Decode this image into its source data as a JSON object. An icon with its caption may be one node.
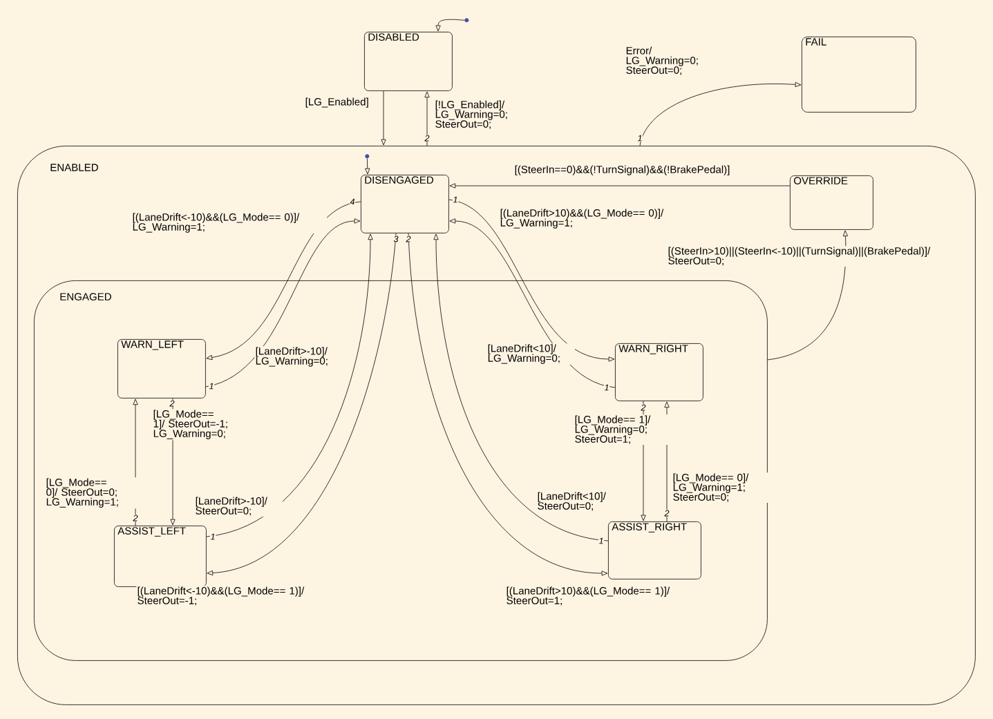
{
  "diagram": {
    "nodes": [
      {
        "text": [
          "DISABLED"
        ]
      },
      {
        "text": [
          "FAIL"
        ]
      },
      {
        "text": [
          "ENABLED"
        ]
      },
      {
        "text": [
          "DISENGAGED"
        ],
        "in": 2
      },
      {
        "text": [
          "OVERRIDE"
        ],
        "in": 2
      },
      {
        "text": [
          "ENGAGED"
        ],
        "in": 2
      },
      {
        "text": [
          "WARN_LEFT"
        ],
        "in": 5
      },
      {
        "text": [
          "WARN_RIGHT"
        ],
        "in": 5
      },
      {
        "text": [
          "ASSIST_LEFT"
        ],
        "in": 5
      },
      {
        "text": [
          "ASSIST_RIGHT"
        ],
        "in": 5
      },
      {
        "text": [],
        "shape": "circle"
      },
      {
        "text": [],
        "shape": "circle",
        "in": 2
      }
    ],
    "edges": [
      {
        "from": 10,
        "to": 0,
        "arrow": "to"
      },
      {
        "from": 0,
        "to": 2,
        "arrow": "to",
        "label": "[LG_Enabled]"
      },
      {
        "from": 2,
        "to": 0,
        "arrow": "to",
        "label": "[!LG_Enabled]/ LG_Warning=0; SteerOut=0;"
      },
      {
        "from": 2,
        "to": 1,
        "arrow": "to",
        "label": "Error/ LG_Warning=0; SteerOut=0;"
      },
      {
        "from": 11,
        "to": 3,
        "arrow": "to"
      },
      {
        "from": 4,
        "to": 3,
        "arrow": "to",
        "label": "[(SteerIn==0)&&(!TurnSignal)&&(!BrakePedal)]"
      },
      {
        "from": 5,
        "to": 4,
        "arrow": "to",
        "label": "[(SteerIn>10)||(SteerIn<-10)||(TurnSignal)||(BrakePedal)]/ SteerOut=0;"
      },
      {
        "from": 3,
        "to": 6,
        "arrow": "to",
        "label": "[(LaneDrift<-10)&&(LG_Mode== 0)]/ LG_Warning=1;"
      },
      {
        "from": 6,
        "to": 3,
        "arrow": "to",
        "label": "[LaneDrift>-10]/ LG_Warning=0;"
      },
      {
        "from": 3,
        "to": 7,
        "arrow": "to",
        "label": "[(LaneDrift>10)&&(LG_Mode== 0)]/ LG_Warning=1;"
      },
      {
        "from": 7,
        "to": 3,
        "arrow": "to",
        "label": "[LaneDrift<10]/ LG_Warning=0;"
      },
      {
        "from": 6,
        "to": 8,
        "arrow": "to",
        "label": "[LG_Mode== 1]/ SteerOut=-1; LG_Warning=0;"
      },
      {
        "from": 8,
        "to": 6,
        "arrow": "to",
        "label": "[LG_Mode== 0]/ SteerOut=0; LG_Warning=1;"
      },
      {
        "from": 8,
        "to": 3,
        "arrow": "to",
        "label": "[LaneDrift>-10]/ SteerOut=0;"
      },
      {
        "from": 3,
        "to": 8,
        "arrow": "to",
        "label": "[(LaneDrift<-10)&&(LG_Mode== 1)]/ SteerOut=-1;"
      },
      {
        "from": 7,
        "to": 9,
        "arrow": "to",
        "label": "[LG_Mode== 1]/ LG_Warning=0; SteerOut=1;"
      },
      {
        "from": 9,
        "to": 7,
        "arrow": "to",
        "label": "[LG_Mode== 0]/ LG_Warning=1; SteerOut=0;"
      },
      {
        "from": 9,
        "to": 3,
        "arrow": "to",
        "label": "[LaneDrift<10]/ SteerOut=0;"
      },
      {
        "from": 3,
        "to": 9,
        "arrow": "to",
        "label": "[(LaneDrift>10)&&(LG_Mode== 1)]/ SteerOut=1;"
      }
    ],
    "labels": [
      "2",
      "1",
      "4",
      "1",
      "3",
      "2",
      "1",
      "1",
      "2",
      "2",
      "2",
      "2",
      "1",
      "1"
    ]
  }
}
